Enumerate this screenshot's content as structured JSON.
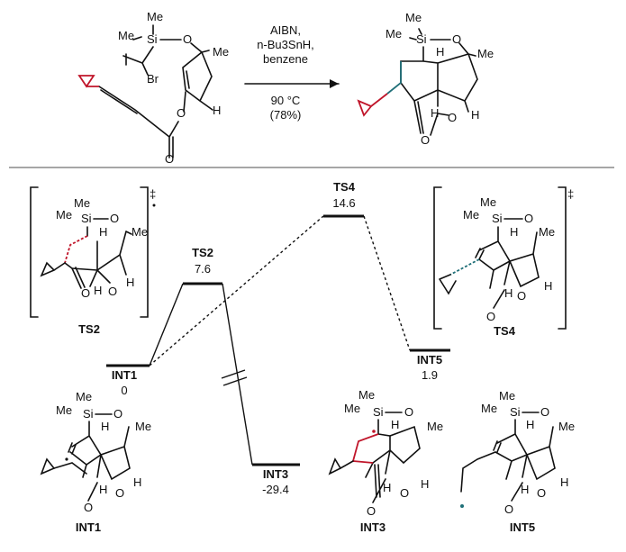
{
  "colors": {
    "ink": "#111111",
    "red": "#c0152a",
    "teal": "#1f6f78",
    "divider": "#888888"
  },
  "reaction": {
    "conditions": [
      "AIBN,",
      "n-Bu3SnH,",
      "benzene"
    ],
    "temperature": "90 °C",
    "yield": "(78%)"
  },
  "reactant": {
    "si": "Si",
    "me1": "Me",
    "me2": "Me",
    "o": "O",
    "br": "Br",
    "me3": "Me",
    "h": "H",
    "o2": "O",
    "o3": "O"
  },
  "product": {
    "si": "Si",
    "me1": "Me",
    "me2": "Me",
    "o": "O",
    "h1": "H",
    "me3": "Me",
    "h2": "H",
    "h3": "H",
    "o2": "O",
    "o3": "O"
  },
  "energy_levels": [
    {
      "label": "INT1",
      "value": "0"
    },
    {
      "label": "TS2",
      "value": "7.6"
    },
    {
      "label": "TS4",
      "value": "14.6"
    },
    {
      "label": "INT5",
      "value": "1.9"
    },
    {
      "label": "INT3",
      "value": "-29.4"
    }
  ],
  "structures": {
    "ts2": {
      "name": "TS2",
      "dagger": "‡"
    },
    "ts4": {
      "name": "TS4",
      "dagger": "‡"
    },
    "int1": {
      "name": "INT1"
    },
    "int3": {
      "name": "INT3"
    },
    "int5": {
      "name": "INT5"
    }
  },
  "atoms": {
    "si": "Si",
    "me": "Me",
    "o": "O",
    "h": "H"
  }
}
